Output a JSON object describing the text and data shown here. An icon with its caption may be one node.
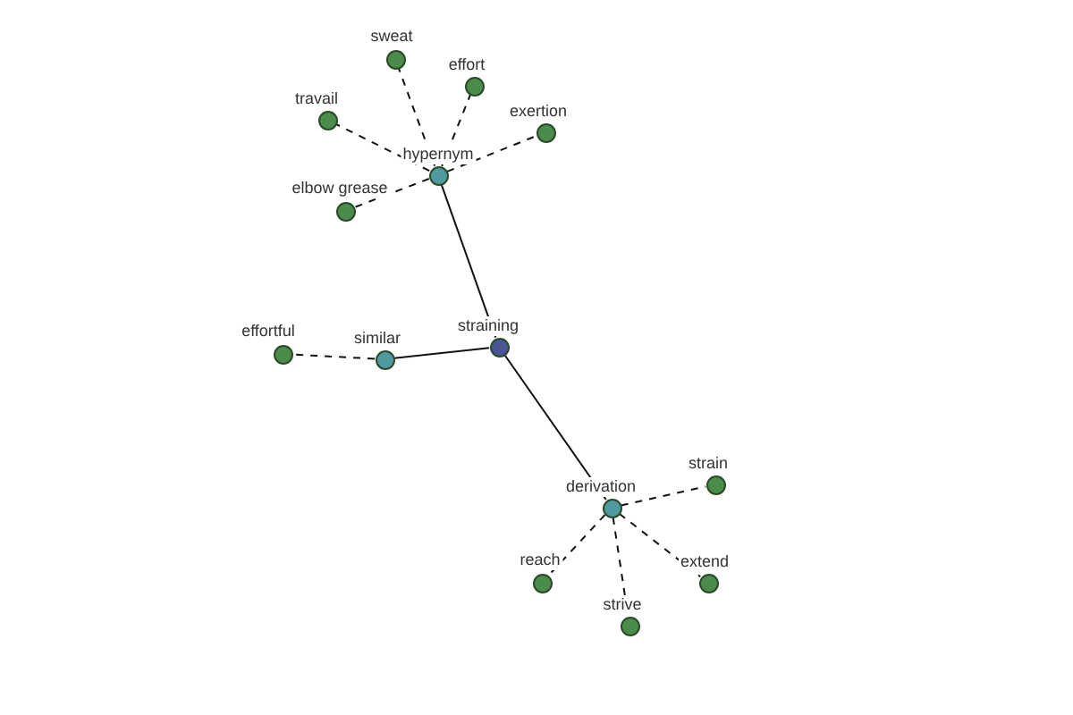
{
  "diagram": {
    "nodes": [
      {
        "text": [
          "straining"
        ]
      },
      {
        "text": [
          "hypernym"
        ]
      },
      {
        "text": [
          "similar"
        ]
      },
      {
        "text": [
          "derivation"
        ]
      },
      {
        "text": [
          "sweat"
        ]
      },
      {
        "text": [
          "effort"
        ]
      },
      {
        "text": [
          "travail"
        ]
      },
      {
        "text": [
          "exertion"
        ]
      },
      {
        "text": [
          "elbow grease"
        ]
      },
      {
        "text": [
          "effortful"
        ]
      },
      {
        "text": [
          "strain"
        ]
      },
      {
        "text": [
          "reach"
        ]
      },
      {
        "text": [
          "extend"
        ]
      },
      {
        "text": [
          "strive"
        ]
      }
    ],
    "edges": [
      {
        "from": 0,
        "to": 1,
        "arrow": "none"
      },
      {
        "from": 0,
        "to": 2,
        "arrow": "none"
      },
      {
        "from": 0,
        "to": 3,
        "arrow": "none"
      },
      {
        "from": 1,
        "to": 4,
        "arrow": "none",
        "style": "dashed"
      },
      {
        "from": 1,
        "to": 5,
        "arrow": "none",
        "style": "dashed"
      },
      {
        "from": 1,
        "to": 6,
        "arrow": "none",
        "style": "dashed"
      },
      {
        "from": 1,
        "to": 7,
        "arrow": "none",
        "style": "dashed"
      },
      {
        "from": 1,
        "to": 8,
        "arrow": "none",
        "style": "dashed"
      },
      {
        "from": 2,
        "to": 9,
        "arrow": "none",
        "style": "dashed"
      },
      {
        "from": 3,
        "to": 10,
        "arrow": "none",
        "style": "dashed"
      },
      {
        "from": 3,
        "to": 11,
        "arrow": "none",
        "style": "dashed"
      },
      {
        "from": 3,
        "to": 12,
        "arrow": "none",
        "style": "dashed"
      },
      {
        "from": 3,
        "to": 13,
        "arrow": "none",
        "style": "dashed"
      }
    ]
  }
}
